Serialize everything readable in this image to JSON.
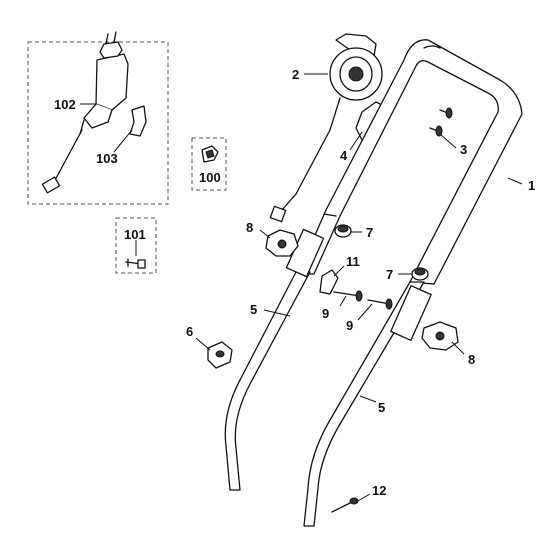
{
  "callouts": {
    "c1": "1",
    "c2": "2",
    "c3": "3",
    "c4": "4",
    "c5a": "5",
    "c5b": "5",
    "c6": "6",
    "c7a": "7",
    "c7b": "7",
    "c8a": "8",
    "c8b": "8",
    "c9a": "9",
    "c9b": "9",
    "c11": "11",
    "c12": "12",
    "c100": "100",
    "c101": "101",
    "c102": "102",
    "c103": "103"
  }
}
